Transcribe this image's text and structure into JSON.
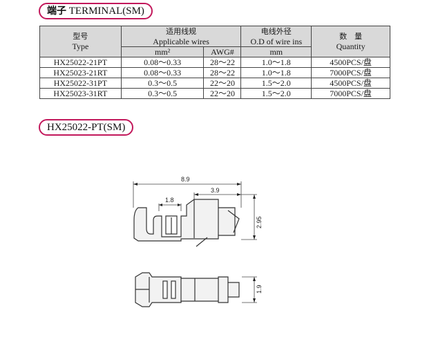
{
  "section1": {
    "title_cn": "端子",
    "title_en": "TERMINAL(SM)"
  },
  "table": {
    "headers": {
      "type_cn": "型号",
      "type_en": "Type",
      "wires_cn": "适用线规",
      "wires_en": "Applicable wires",
      "od_cn": "电线外径",
      "od_en": "O.D of wire ins",
      "qty_cn": "数　量",
      "qty_en": "Quantity",
      "unit_mm2": "mm²",
      "unit_awg": "AWG#",
      "unit_mm": "mm"
    },
    "rows": [
      {
        "type": "HX25022-21PT",
        "mm2": "0.08～0.33",
        "awg": "28～22",
        "od": "1.0～1.8",
        "qty": "4500PCS/盘"
      },
      {
        "type": "HX25023-21RT",
        "mm2": "0.08～0.33",
        "awg": "28～22",
        "od": "1.0～1.8",
        "qty": "7000PCS/盘"
      },
      {
        "type": "HX25022-31PT",
        "mm2": "0.3～0.5",
        "awg": "22～20",
        "od": "1.5～2.0",
        "qty": "4500PCS/盘"
      },
      {
        "type": "HX25023-31RT",
        "mm2": "0.3～0.5",
        "awg": "22～20",
        "od": "1.5～2.0",
        "qty": "7000PCS/盘"
      }
    ]
  },
  "section2": {
    "title": "HX25022-PT(SM)"
  },
  "drawing": {
    "dim_total_length": "8.9",
    "dim_front_length": "3.9",
    "dim_crimp_width": "1.8",
    "dim_height": "2.95",
    "dim_width": "1.9"
  }
}
